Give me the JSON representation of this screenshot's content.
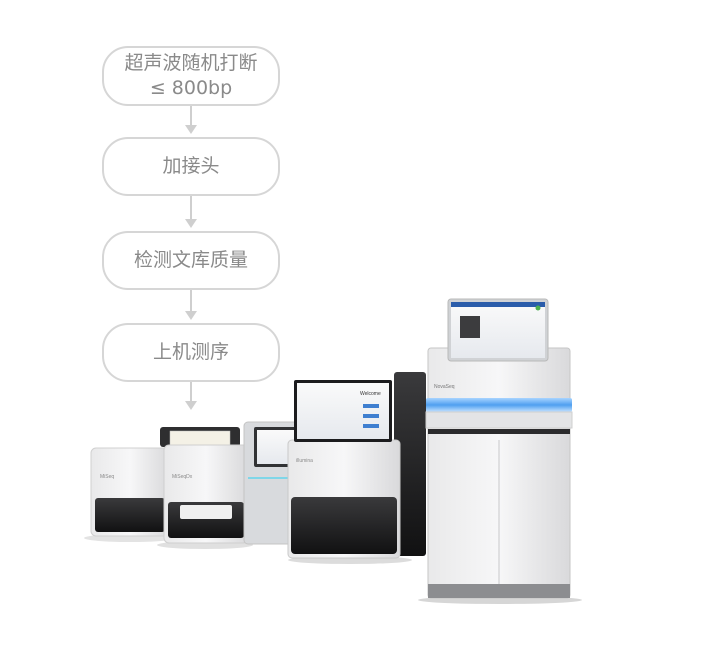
{
  "workflow": {
    "steps": [
      {
        "line1": "超声波随机打断",
        "line2": "≤ 800bp"
      },
      {
        "line1": "加接头"
      },
      {
        "line1": "检测文库质量"
      },
      {
        "line1": "上机测序"
      }
    ]
  },
  "instruments": {
    "novaseq_label": "NovaSeq",
    "screen_title": "Welcome"
  }
}
